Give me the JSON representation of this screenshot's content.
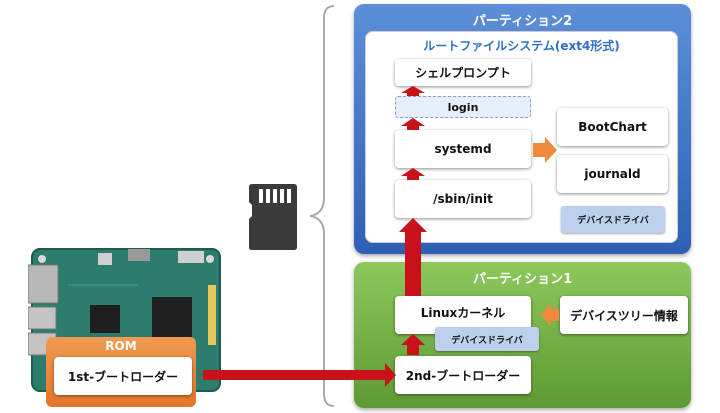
{
  "partition2": {
    "title": "パーティション2",
    "rootfs_title": "ルートファイルシステム(ext4形式)",
    "shell_prompt": "シェルプロンプト",
    "login": "login",
    "systemd": "systemd",
    "sbin_init": "/sbin/init",
    "bootchart": "BootChart",
    "journald": "journald",
    "device_driver": "デバイスドライバ"
  },
  "partition1": {
    "title": "パーティション1",
    "linux_kernel": "Linuxカーネル",
    "device_driver": "デバイスドライバ",
    "device_tree": "デバイスツリー情報",
    "second_bootloader": "2nd-ブートローダー"
  },
  "rom": {
    "label": "ROM",
    "first_bootloader": "1st-ブートローダー"
  },
  "colors": {
    "arrow_red": "#c8111b",
    "arrow_orange": "#ef8a3c",
    "partition2_blue": "#3466bd",
    "partition1_green": "#6fae42",
    "rom_orange": "#e8823a"
  },
  "icons": [
    "sd-card-icon",
    "circuit-board-image",
    "brace-icon"
  ]
}
